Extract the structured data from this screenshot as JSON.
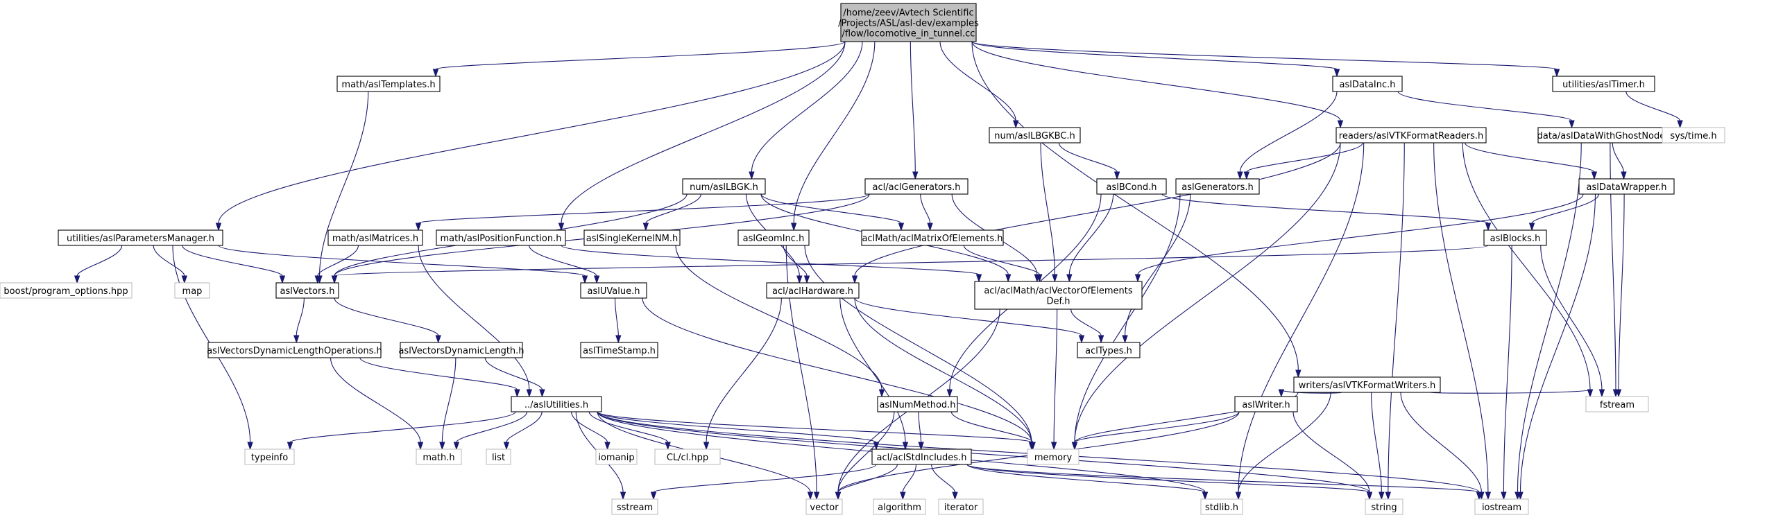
{
  "graph": {
    "nodes": [
      {
        "id": "root",
        "kind": "root",
        "lines": [
          "/home/zeev/Avtech Scientific",
          "/Projects/ASL/asl-dev/examples",
          "/flow/locomotive_in_tunnel.cc"
        ]
      },
      {
        "id": "aslTemplates",
        "kind": "std",
        "lines": [
          "math/aslTemplates.h"
        ]
      },
      {
        "id": "aslDataInc",
        "kind": "std",
        "lines": [
          "aslDataInc.h"
        ]
      },
      {
        "id": "aslTimer",
        "kind": "std",
        "lines": [
          "utilities/aslTimer.h"
        ]
      },
      {
        "id": "aslLBGKBC",
        "kind": "std",
        "lines": [
          "num/aslLBGKBC.h"
        ]
      },
      {
        "id": "aslVTKFormatReaders",
        "kind": "std",
        "lines": [
          "readers/aslVTKFormatReaders.h"
        ]
      },
      {
        "id": "aslDataWithGhostNodes",
        "kind": "std",
        "lines": [
          "data/aslDataWithGhostNodes.h"
        ]
      },
      {
        "id": "systime",
        "kind": "sys",
        "lines": [
          "sys/time.h"
        ]
      },
      {
        "id": "aslLBGK",
        "kind": "std",
        "lines": [
          "num/aslLBGK.h"
        ]
      },
      {
        "id": "aclGenerators",
        "kind": "std",
        "lines": [
          "acl/aclGenerators.h"
        ]
      },
      {
        "id": "aslBCond",
        "kind": "std",
        "lines": [
          "aslBCond.h"
        ]
      },
      {
        "id": "aslGenerators",
        "kind": "std",
        "lines": [
          "aslGenerators.h"
        ]
      },
      {
        "id": "aslDataWrapper",
        "kind": "std",
        "lines": [
          "aslDataWrapper.h"
        ]
      },
      {
        "id": "aslParametersManager",
        "kind": "std",
        "lines": [
          "utilities/aslParametersManager.h"
        ]
      },
      {
        "id": "aslMatrices",
        "kind": "std",
        "lines": [
          "math/aslMatrices.h"
        ]
      },
      {
        "id": "aslPositionFunction",
        "kind": "std",
        "lines": [
          "math/aslPositionFunction.h"
        ]
      },
      {
        "id": "aslSingleKernelNM",
        "kind": "std",
        "lines": [
          "aslSingleKernelNM.h"
        ]
      },
      {
        "id": "aslGeomInc",
        "kind": "std",
        "lines": [
          "aslGeomInc.h"
        ]
      },
      {
        "id": "aclMatrixOfElements",
        "kind": "std",
        "lines": [
          "aclMath/aclMatrixOfElements.h"
        ]
      },
      {
        "id": "aslBlocks",
        "kind": "std",
        "lines": [
          "aslBlocks.h"
        ]
      },
      {
        "id": "boostpo",
        "kind": "sys",
        "lines": [
          "boost/program_options.hpp"
        ]
      },
      {
        "id": "map",
        "kind": "sys",
        "lines": [
          "map"
        ]
      },
      {
        "id": "aslVectors",
        "kind": "std",
        "lines": [
          "aslVectors.h"
        ]
      },
      {
        "id": "aslUValue",
        "kind": "std",
        "lines": [
          "aslUValue.h"
        ]
      },
      {
        "id": "aclHardware",
        "kind": "std",
        "lines": [
          "acl/aclHardware.h"
        ]
      },
      {
        "id": "aclVectorOfElementsDef",
        "kind": "std",
        "lines": [
          "acl/aclMath/aclVectorOfElements",
          "Def.h"
        ]
      },
      {
        "id": "aslVectorsDLO",
        "kind": "std",
        "lines": [
          "aslVectorsDynamicLengthOperations.h"
        ]
      },
      {
        "id": "aslVectorsDL",
        "kind": "std",
        "lines": [
          "aslVectorsDynamicLength.h"
        ]
      },
      {
        "id": "aslTimeStamp",
        "kind": "std",
        "lines": [
          "aslTimeStamp.h"
        ]
      },
      {
        "id": "aclTypes",
        "kind": "std",
        "lines": [
          "aclTypes.h"
        ]
      },
      {
        "id": "aslVTKFormatWriters",
        "kind": "std",
        "lines": [
          "writers/aslVTKFormatWriters.h"
        ]
      },
      {
        "id": "fstream",
        "kind": "sys",
        "lines": [
          "fstream"
        ]
      },
      {
        "id": "aslUtilities",
        "kind": "std",
        "lines": [
          "../aslUtilities.h"
        ]
      },
      {
        "id": "aslNumMethod",
        "kind": "std",
        "lines": [
          "aslNumMethod.h"
        ]
      },
      {
        "id": "aslWriter",
        "kind": "std",
        "lines": [
          "aslWriter.h"
        ]
      },
      {
        "id": "typeinfo",
        "kind": "sys",
        "lines": [
          "typeinfo"
        ]
      },
      {
        "id": "mathh",
        "kind": "sys",
        "lines": [
          "math.h"
        ]
      },
      {
        "id": "list",
        "kind": "sys",
        "lines": [
          "list"
        ]
      },
      {
        "id": "iomanip",
        "kind": "sys",
        "lines": [
          "iomanip"
        ]
      },
      {
        "id": "clhpp",
        "kind": "sys",
        "lines": [
          "CL/cl.hpp"
        ]
      },
      {
        "id": "memory",
        "kind": "sys",
        "lines": [
          "memory"
        ]
      },
      {
        "id": "aclStdIncludes",
        "kind": "std",
        "lines": [
          "acl/aclStdIncludes.h"
        ]
      },
      {
        "id": "sstream",
        "kind": "sys",
        "lines": [
          "sstream"
        ]
      },
      {
        "id": "vector",
        "kind": "sys",
        "lines": [
          "vector"
        ]
      },
      {
        "id": "algorithm",
        "kind": "sys",
        "lines": [
          "algorithm"
        ]
      },
      {
        "id": "iterator",
        "kind": "sys",
        "lines": [
          "iterator"
        ]
      },
      {
        "id": "stdlibh",
        "kind": "sys",
        "lines": [
          "stdlib.h"
        ]
      },
      {
        "id": "string",
        "kind": "sys",
        "lines": [
          "string"
        ]
      },
      {
        "id": "iostream",
        "kind": "sys",
        "lines": [
          "iostream"
        ]
      }
    ],
    "edges": [
      [
        "root",
        "aslTemplates"
      ],
      [
        "root",
        "aslDataInc"
      ],
      [
        "root",
        "aslTimer"
      ],
      [
        "root",
        "aslLBGKBC"
      ],
      [
        "root",
        "aslVTKFormatReaders"
      ],
      [
        "root",
        "aslLBGK"
      ],
      [
        "root",
        "aclGenerators"
      ],
      [
        "root",
        "aslParametersManager"
      ],
      [
        "root",
        "aslPositionFunction"
      ],
      [
        "root",
        "aslGeomInc"
      ],
      [
        "root",
        "aslVTKFormatWriters"
      ],
      [
        "aslTemplates",
        "aslVectors"
      ],
      [
        "aslDataInc",
        "aslDataWithGhostNodes"
      ],
      [
        "aslDataInc",
        "aslGenerators"
      ],
      [
        "aslTimer",
        "systime"
      ],
      [
        "aslLBGKBC",
        "aslBCond"
      ],
      [
        "aslLBGKBC",
        "aclVectorOfElementsDef"
      ],
      [
        "aslVTKFormatReaders",
        "aslGenerators"
      ],
      [
        "aslVTKFormatReaders",
        "aslDataWrapper"
      ],
      [
        "aslVTKFormatReaders",
        "aclHardware"
      ],
      [
        "aslVTKFormatReaders",
        "memory"
      ],
      [
        "aslVTKFormatReaders",
        "stdlibh"
      ],
      [
        "aslVTKFormatReaders",
        "string"
      ],
      [
        "aslVTKFormatReaders",
        "iostream"
      ],
      [
        "aslVTKFormatReaders",
        "fstream"
      ],
      [
        "aslDataWithGhostNodes",
        "aslDataWrapper"
      ],
      [
        "aslDataWithGhostNodes",
        "fstream"
      ],
      [
        "aslDataWithGhostNodes",
        "iostream"
      ],
      [
        "aslLBGK",
        "aslVectors"
      ],
      [
        "aslLBGK",
        "aslSingleKernelNM"
      ],
      [
        "aslLBGK",
        "aclMatrixOfElements"
      ],
      [
        "aslLBGK",
        "aclHardware"
      ],
      [
        "aslLBGK",
        "aclVectorOfElementsDef"
      ],
      [
        "aclGenerators",
        "aslMatrices"
      ],
      [
        "aclGenerators",
        "aclMatrixOfElements"
      ],
      [
        "aclGenerators",
        "aclVectorOfElementsDef"
      ],
      [
        "aclGenerators",
        "aslVectors"
      ],
      [
        "aslBCond",
        "aslBlocks"
      ],
      [
        "aslBCond",
        "aclVectorOfElementsDef"
      ],
      [
        "aslBCond",
        "aslNumMethod"
      ],
      [
        "aslGenerators",
        "aclTypes"
      ],
      [
        "aslGenerators",
        "memory"
      ],
      [
        "aslDataWrapper",
        "aslBlocks"
      ],
      [
        "aslDataWrapper",
        "aclVectorOfElementsDef"
      ],
      [
        "aslDataWrapper",
        "fstream"
      ],
      [
        "aslDataWrapper",
        "iostream"
      ],
      [
        "aslParametersManager",
        "boostpo"
      ],
      [
        "aslParametersManager",
        "map"
      ],
      [
        "aslParametersManager",
        "aslVectors"
      ],
      [
        "aslParametersManager",
        "aslUValue"
      ],
      [
        "aslParametersManager",
        "typeinfo"
      ],
      [
        "aslMatrices",
        "aslVectors"
      ],
      [
        "aslMatrices",
        "aslUtilities"
      ],
      [
        "aslPositionFunction",
        "aslUValue"
      ],
      [
        "aslPositionFunction",
        "aclVectorOfElementsDef"
      ],
      [
        "aslSingleKernelNM",
        "aslNumMethod"
      ],
      [
        "aslGeomInc",
        "aclHardware"
      ],
      [
        "aslGeomInc",
        "memory"
      ],
      [
        "aslGeomInc",
        "vector"
      ],
      [
        "aclMatrixOfElements",
        "aclVectorOfElementsDef"
      ],
      [
        "aslBlocks",
        "aslVectors"
      ],
      [
        "aslBlocks",
        "iostream"
      ],
      [
        "aslBlocks",
        "fstream"
      ],
      [
        "aslVectors",
        "aslVectorsDLO"
      ],
      [
        "aslVectors",
        "aslVectorsDL"
      ],
      [
        "aslUValue",
        "aslTimeStamp"
      ],
      [
        "aslUValue",
        "memory"
      ],
      [
        "aclHardware",
        "aclTypes"
      ],
      [
        "aclHardware",
        "clhpp"
      ],
      [
        "aclHardware",
        "memory"
      ],
      [
        "aclHardware",
        "aclStdIncludes"
      ],
      [
        "aclVectorOfElementsDef",
        "aclTypes"
      ],
      [
        "aclVectorOfElementsDef",
        "memory"
      ],
      [
        "aclVectorOfElementsDef",
        "vector"
      ],
      [
        "aslVectorsDLO",
        "aslUtilities"
      ],
      [
        "aslVectorsDLO",
        "mathh"
      ],
      [
        "aslVectorsDL",
        "aslUtilities"
      ],
      [
        "aslVectorsDL",
        "mathh"
      ],
      [
        "aslVTKFormatWriters",
        "aslWriter"
      ],
      [
        "aslVTKFormatWriters",
        "fstream"
      ],
      [
        "aslVTKFormatWriters",
        "memory"
      ],
      [
        "aslVTKFormatWriters",
        "stdlibh"
      ],
      [
        "aslVTKFormatWriters",
        "string"
      ],
      [
        "aslVTKFormatWriters",
        "iostream"
      ],
      [
        "aslUtilities",
        "typeinfo"
      ],
      [
        "aslUtilities",
        "mathh"
      ],
      [
        "aslUtilities",
        "list"
      ],
      [
        "aslUtilities",
        "iomanip"
      ],
      [
        "aslUtilities",
        "clhpp"
      ],
      [
        "aslUtilities",
        "memory"
      ],
      [
        "aslUtilities",
        "aclStdIncludes"
      ],
      [
        "aslUtilities",
        "sstream"
      ],
      [
        "aslUtilities",
        "vector"
      ],
      [
        "aslUtilities",
        "stdlibh"
      ],
      [
        "aslUtilities",
        "string"
      ],
      [
        "aslUtilities",
        "iostream"
      ],
      [
        "aslNumMethod",
        "memory"
      ],
      [
        "aslNumMethod",
        "aclStdIncludes"
      ],
      [
        "aslNumMethod",
        "vector"
      ],
      [
        "aslWriter",
        "memory"
      ],
      [
        "aslWriter",
        "string"
      ],
      [
        "aslWriter",
        "vector"
      ],
      [
        "aclStdIncludes",
        "sstream"
      ],
      [
        "aclStdIncludes",
        "vector"
      ],
      [
        "aclStdIncludes",
        "algorithm"
      ],
      [
        "aclStdIncludes",
        "iterator"
      ],
      [
        "aclStdIncludes",
        "stdlibh"
      ],
      [
        "aclStdIncludes",
        "string"
      ],
      [
        "aclStdIncludes",
        "iostream"
      ]
    ]
  }
}
